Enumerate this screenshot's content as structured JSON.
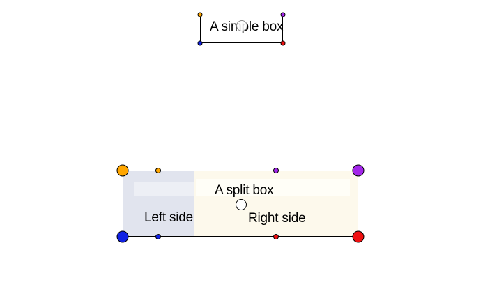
{
  "canvas": {
    "background": "#ffffff"
  },
  "palette": {
    "orange": "#ffa600",
    "purple": "#a226e9",
    "blue": "#1021e3",
    "red": "#ef1010",
    "outline": "#000000"
  },
  "simple_box": {
    "label": "A simple box",
    "fill": "#ffffff"
  },
  "split_box": {
    "label": "A split box",
    "left_label": "Left side",
    "right_label": "Right side",
    "left_fill": "#e1e4ee",
    "right_fill": "#fdf9ec",
    "left_highlight_fill": "#edeff5",
    "right_highlight_fill": "#fffef7"
  }
}
